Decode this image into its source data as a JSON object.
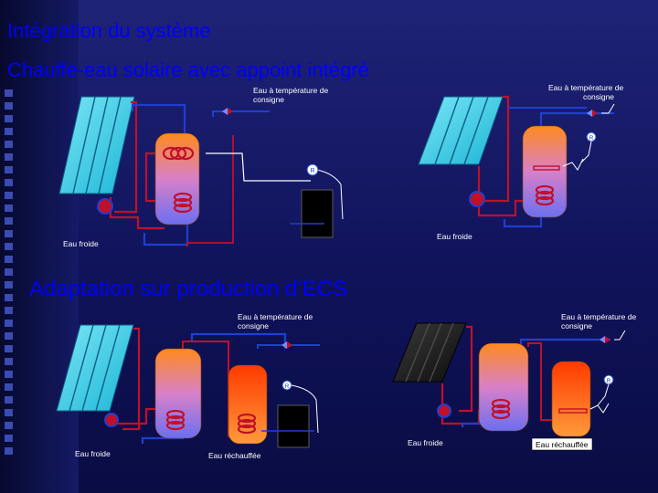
{
  "slide": {
    "title_line1": "Intégration du système",
    "title_line2": "Chauffe-eau solaire avec appoint intégré",
    "section_title": "Adaptation sur production d’ECS"
  },
  "diagrams": {
    "d1": {
      "label_hot": [
        "Eau à température de",
        "consigne"
      ],
      "label_cold": "Eau froide",
      "regulator": "R"
    },
    "d2": {
      "label_hot": [
        "Eau à température de",
        "consigne"
      ],
      "label_cold": "Eau froide",
      "regulator": "R"
    },
    "d3": {
      "label_hot": [
        "Eau à température de",
        "consigne"
      ],
      "label_cold": "Eau froide",
      "label_warm": "Eau réchauffée",
      "regulator": "R"
    },
    "d4": {
      "label_hot": [
        "Eau à température de",
        "consigne"
      ],
      "label_cold": "Eau froide",
      "label_warm": "Eau réchauffée",
      "regulator": "R"
    }
  },
  "colors": {
    "background": "#151a66",
    "title": "#0000ff",
    "pipe_hot": "#c0102a",
    "pipe_cold": "#1e3fd0",
    "label": "#ffffff"
  }
}
